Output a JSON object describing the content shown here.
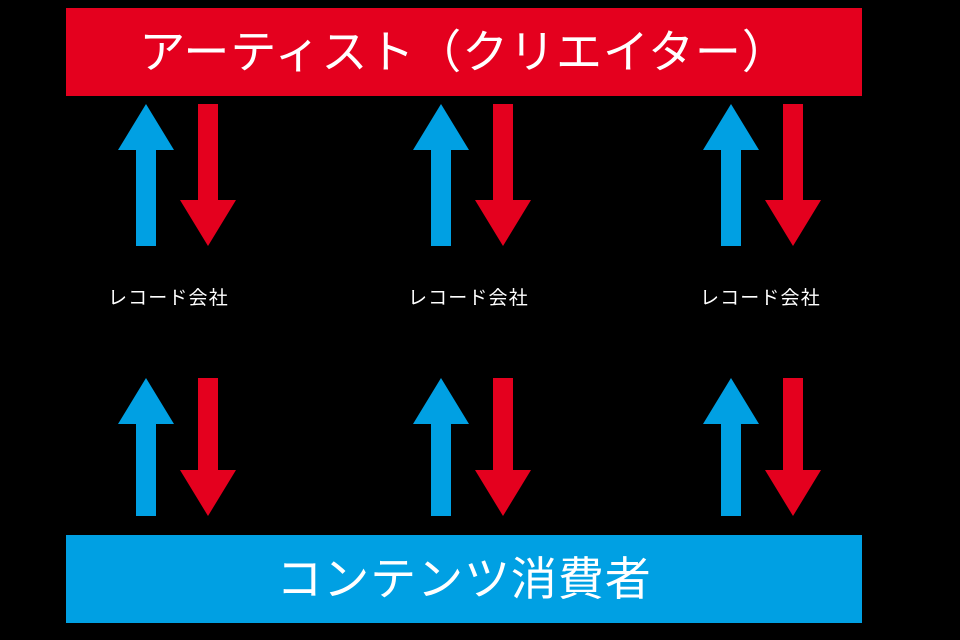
{
  "diagram": {
    "background_color": "#000000",
    "title_text": "アーティスト（クリエイター）",
    "top_node": {
      "label": "アーティスト（クリエイター）",
      "color": "#e4001e",
      "text_color": "#ffffff"
    },
    "bottom_node": {
      "label": "コンテンツ消費者",
      "color": "#00a0e3",
      "text_color": "#ffffff"
    },
    "middle_nodes": [
      {
        "label": "レコード会社"
      },
      {
        "label": "レコード会社"
      },
      {
        "label": "レコード会社"
      }
    ],
    "arrow_colors": {
      "up": "#00a0e3",
      "down": "#e4001e"
    },
    "flows": [
      {
        "row": "top",
        "column": 1,
        "up_arrow": {
          "direction": "up",
          "color": "#00a0e3"
        },
        "down_arrow": {
          "direction": "down",
          "color": "#e4001e"
        }
      },
      {
        "row": "top",
        "column": 2,
        "up_arrow": {
          "direction": "up",
          "color": "#00a0e3"
        },
        "down_arrow": {
          "direction": "down",
          "color": "#e4001e"
        }
      },
      {
        "row": "top",
        "column": 3,
        "up_arrow": {
          "direction": "up",
          "color": "#00a0e3"
        },
        "down_arrow": {
          "direction": "down",
          "color": "#e4001e"
        }
      },
      {
        "row": "bottom",
        "column": 1,
        "up_arrow": {
          "direction": "up",
          "color": "#00a0e3"
        },
        "down_arrow": {
          "direction": "down",
          "color": "#e4001e"
        }
      },
      {
        "row": "bottom",
        "column": 2,
        "up_arrow": {
          "direction": "up",
          "color": "#00a0e3"
        },
        "down_arrow": {
          "direction": "down",
          "color": "#e4001e"
        }
      },
      {
        "row": "bottom",
        "column": 3,
        "up_arrow": {
          "direction": "up",
          "color": "#00a0e3"
        },
        "down_arrow": {
          "direction": "down",
          "color": "#e4001e"
        }
      }
    ]
  }
}
